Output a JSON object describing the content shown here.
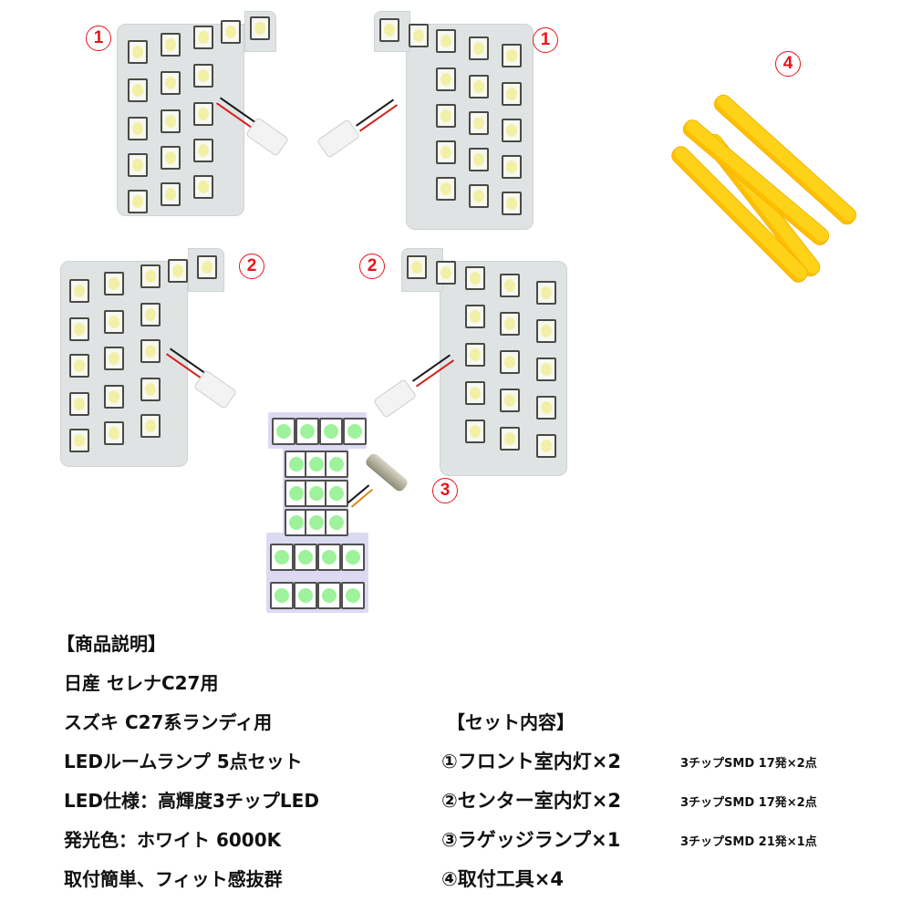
{
  "product_image": {
    "callouts": [
      {
        "id": "badge-1-left",
        "label": "1"
      },
      {
        "id": "badge-1-right",
        "label": "1"
      },
      {
        "id": "badge-2-left",
        "label": "2"
      },
      {
        "id": "badge-2-right",
        "label": "2"
      },
      {
        "id": "badge-3",
        "label": "3"
      },
      {
        "id": "badge-4",
        "label": "4"
      }
    ],
    "badge_color": "#e8141b",
    "led_chip_color": "#f2f0a6",
    "luggage_led_color": "#9ef29b",
    "tool_color": "#ffd21a"
  },
  "description": {
    "heading": "【商品説明】",
    "lines": [
      "日産 セレナC27用",
      "スズキ C27系ランディ用",
      "LEDルームランプ 5点セット",
      "LED仕様：高輝度3チップLED",
      "発光色：ホワイト 6000K",
      "取付簡単、フィット感抜群"
    ]
  },
  "set_contents": {
    "heading": "【セット内容】",
    "items": [
      {
        "main": "①フロント室内灯×2",
        "spec": "3チップSMD 17発×2点"
      },
      {
        "main": "②センター室内灯×2",
        "spec": "3チップSMD 17発×2点"
      },
      {
        "main": "③ラゲッジランプ×1",
        "spec": "3チップSMD 21発×1点"
      },
      {
        "main": "④取付工具×4",
        "spec": ""
      }
    ]
  }
}
